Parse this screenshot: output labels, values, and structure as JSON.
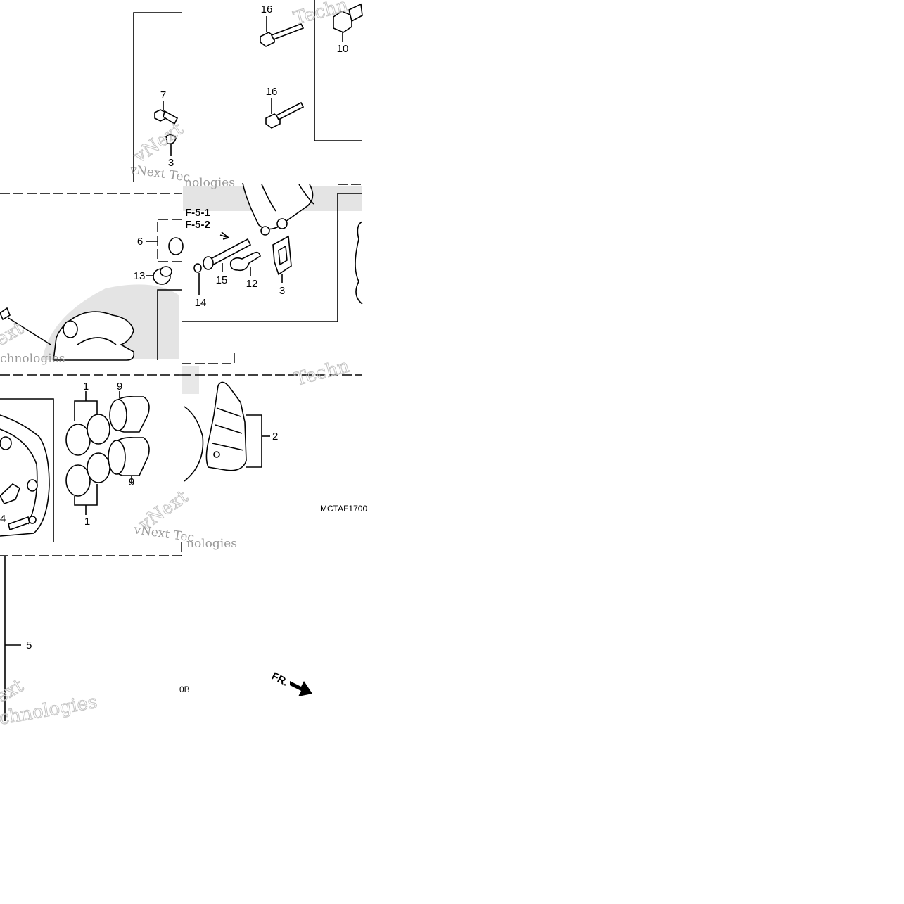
{
  "callouts": {
    "c1a": "1",
    "c1b": "1",
    "c2": "2",
    "c3a": "3",
    "c3b": "3",
    "c4": "4",
    "c5": "5",
    "c6": "6",
    "c7": "7",
    "c9a": "9",
    "c9b": "9",
    "c10": "10",
    "c12": "12",
    "c13": "13",
    "c14": "14",
    "c15": "15",
    "c16a": "16",
    "c16b": "16"
  },
  "references": {
    "f51": "F-5-1",
    "f52": "F-5-2"
  },
  "diagram_codes": {
    "main": "MCTAF1700",
    "left_fragment": "0B"
  },
  "direction_marker": {
    "label": "FR."
  },
  "watermark": {
    "vnext_tec": "vNext Tec",
    "vnext_tech": "vNext Tec",
    "vnext_short": "vNext",
    "ext": "ext",
    "nologies": "nologies",
    "technologies": "chnologies",
    "technologies2": "Technologies",
    "techn": "Techn",
    "tech_top": "Techn"
  }
}
